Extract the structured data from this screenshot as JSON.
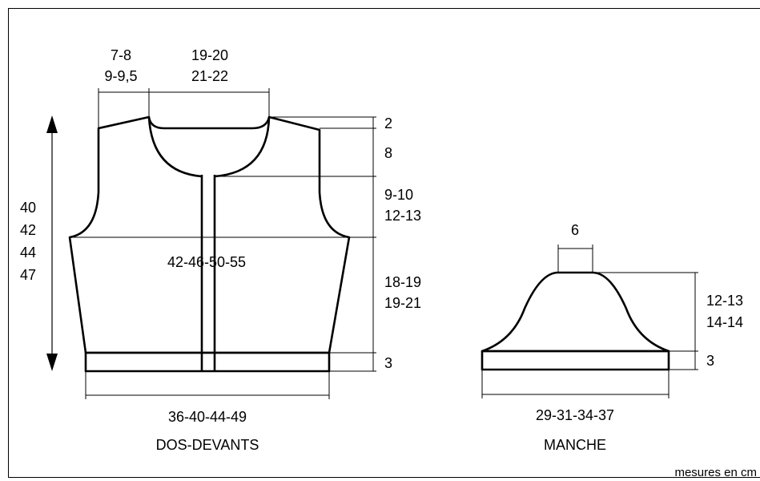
{
  "body_piece": {
    "shoulder_width": [
      "7-8",
      "9-9,5"
    ],
    "neck_width": [
      "19-20",
      "21-22"
    ],
    "total_length": [
      "40",
      "42",
      "44",
      "47"
    ],
    "right_measures": {
      "shoulder_slope": "2",
      "neck_depth": "8",
      "armhole": [
        "9-10",
        "12-13"
      ],
      "side": [
        "18-19",
        "19-21"
      ],
      "band": "3"
    },
    "chest_width": "42-46-50-55",
    "bottom_width": "36-40-44-49",
    "title": "DOS-DEVANTS"
  },
  "sleeve_piece": {
    "top_width": "6",
    "cap_height": [
      "12-13",
      "14-14"
    ],
    "band": "3",
    "bottom_width": "29-31-34-37",
    "title": "MANCHE"
  },
  "footer_note": "mesures en cm"
}
